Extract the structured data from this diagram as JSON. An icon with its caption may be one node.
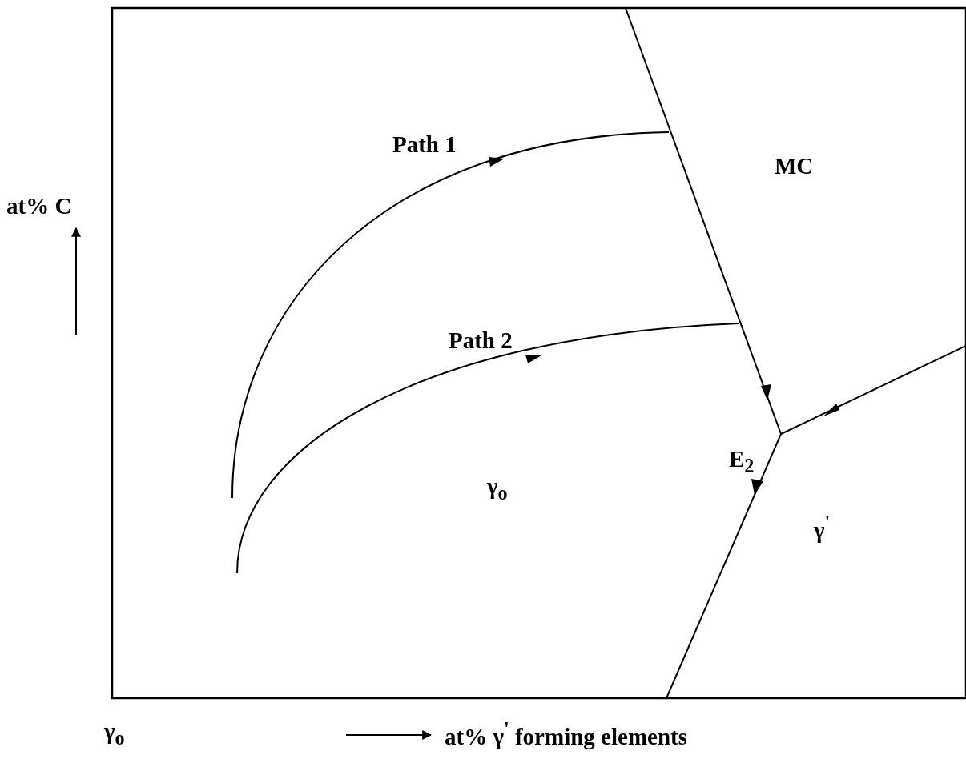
{
  "diagram": {
    "labels": [
      "Path 1",
      "MC",
      "at% C",
      "Path 2",
      "E$_{2}$",
      "γ$_{o}$",
      "γ$^{'}$",
      "γ$_{o}$",
      "at% γ$^{'}$ forming elements"
    ]
  }
}
